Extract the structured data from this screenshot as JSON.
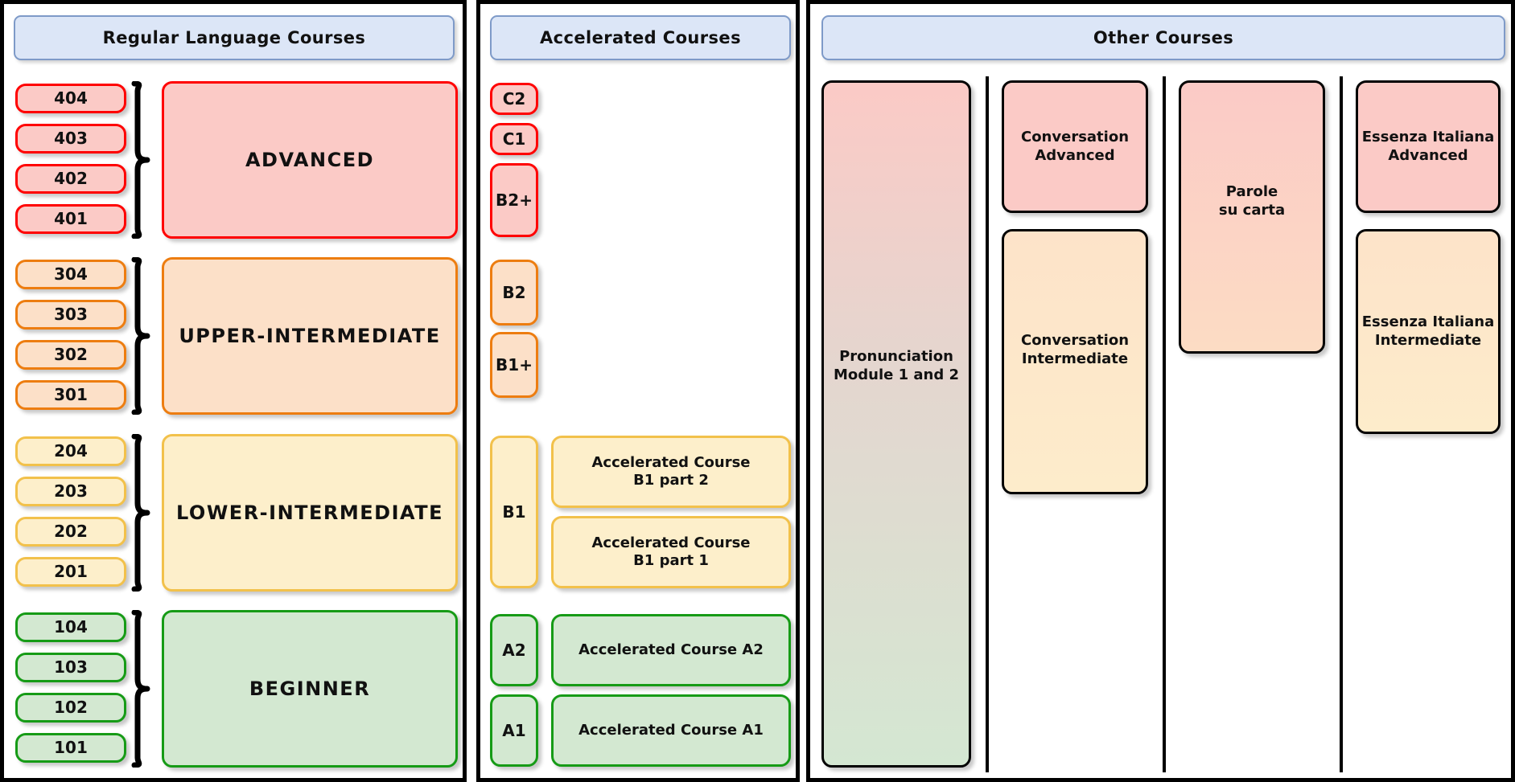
{
  "panels": {
    "regular": {
      "title": "Regular Language Courses",
      "groups": [
        {
          "level": "ADVANCED",
          "codes": [
            "404",
            "403",
            "402",
            "401"
          ]
        },
        {
          "level": "UPPER-INTERMEDIATE",
          "codes": [
            "304",
            "303",
            "302",
            "301"
          ]
        },
        {
          "level": "LOWER-INTERMEDIATE",
          "codes": [
            "204",
            "203",
            "202",
            "201"
          ]
        },
        {
          "level": "BEGINNER",
          "codes": [
            "104",
            "103",
            "102",
            "101"
          ]
        }
      ]
    },
    "accelerated": {
      "title": "Accelerated Courses",
      "cefr": [
        "C2",
        "C1",
        "B2+",
        "B2",
        "B1+",
        "B1",
        "A2",
        "A1"
      ],
      "courses": [
        "Accelerated Course\nB1 part 2",
        "Accelerated Course\nB1 part 1",
        "Accelerated Course A2",
        "Accelerated Course A1"
      ]
    },
    "other": {
      "title": "Other Courses",
      "cards": [
        "Pronunciation\nModule 1 and 2",
        "Conversation\nAdvanced",
        "Conversation\nIntermediate",
        "Parole\nsu carta",
        "Essenza Italiana\nAdvanced",
        "Essenza Italiana\nIntermediate"
      ]
    }
  },
  "colors": {
    "header_fill": "#dce6f7",
    "header_border": "#7e9ac8",
    "advanced": "#fbcac6",
    "advanced_border": "#ff0000",
    "upper_intermediate": "#fce0c8",
    "upper_intermediate_border": "#ed7d10",
    "lower_intermediate": "#fdefcb",
    "lower_intermediate_border": "#f2c14b",
    "beginner": "#d3e8d1",
    "beginner_border": "#169b16",
    "outline": "#000000"
  }
}
